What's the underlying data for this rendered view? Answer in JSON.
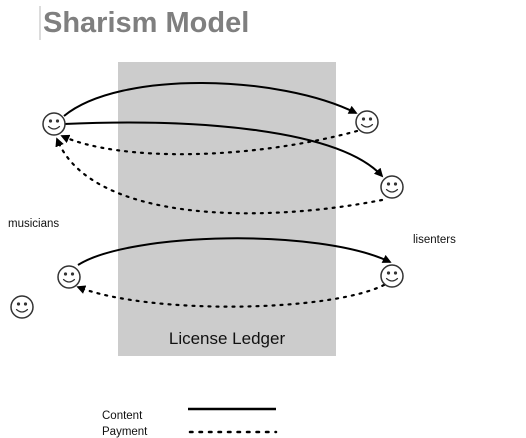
{
  "title": "Sharism Model",
  "ledger": {
    "label": "License Ledger"
  },
  "groups": {
    "musicians": "musicians",
    "listeners": "lisenters"
  },
  "legend": {
    "content": "Content",
    "payment": "Payment"
  },
  "flows": [
    {
      "from": "musician-1",
      "to": "listener-1",
      "kind": "content"
    },
    {
      "from": "musician-1",
      "to": "listener-2",
      "kind": "content"
    },
    {
      "from": "listener-1",
      "to": "musician-1",
      "kind": "payment"
    },
    {
      "from": "listener-2",
      "to": "musician-1",
      "kind": "payment"
    },
    {
      "from": "musician-2",
      "to": "listener-3",
      "kind": "content"
    },
    {
      "from": "listener-3",
      "to": "musician-2",
      "kind": "payment"
    }
  ],
  "colors": {
    "ledger": "#cccccc",
    "title": "#7f7f7f"
  }
}
